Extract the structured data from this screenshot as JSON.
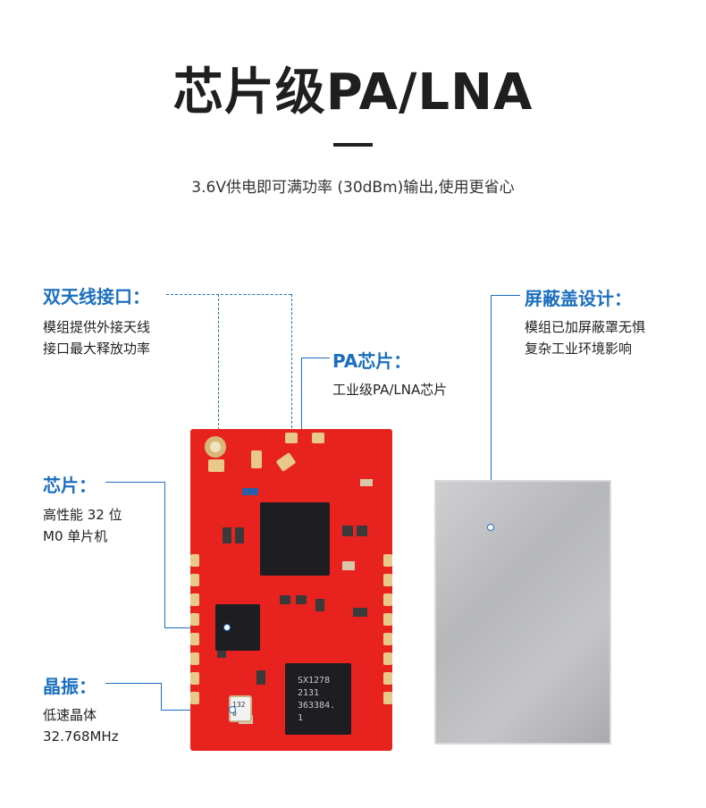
{
  "header": {
    "title": "芯片级PA/LNA",
    "subtitle": "3.6V供电即可满功率 (30dBm)输出,使用更省心"
  },
  "labels": {
    "antenna": {
      "head": "双天线接口：",
      "body_line1": "模组提供外接天线",
      "body_line2": "接口最大释放功率"
    },
    "pa_chip": {
      "head": "PA芯片：",
      "body_line1": "工业级PA/LNA芯片"
    },
    "shield": {
      "head": "屏蔽盖设计：",
      "body_line1": "模组已加屏蔽罩无惧",
      "body_line2": "复杂工业环境影响"
    },
    "chip": {
      "head": "芯片：",
      "body_line1": "高性能 32 位",
      "body_line2": "M0 单片机"
    },
    "crystal": {
      "head": "晶振：",
      "body_line1": "低速晶体",
      "body_line2": "32.768MHz"
    }
  },
  "board": {
    "main_chip_text": [
      "SX1278",
      "2131",
      "363384.",
      "1"
    ],
    "crystal_text": [
      "132",
      "0"
    ]
  },
  "colors": {
    "accent": "#1b6fbf",
    "pcb": "#e8231f",
    "shield": "#b6b7b9"
  }
}
